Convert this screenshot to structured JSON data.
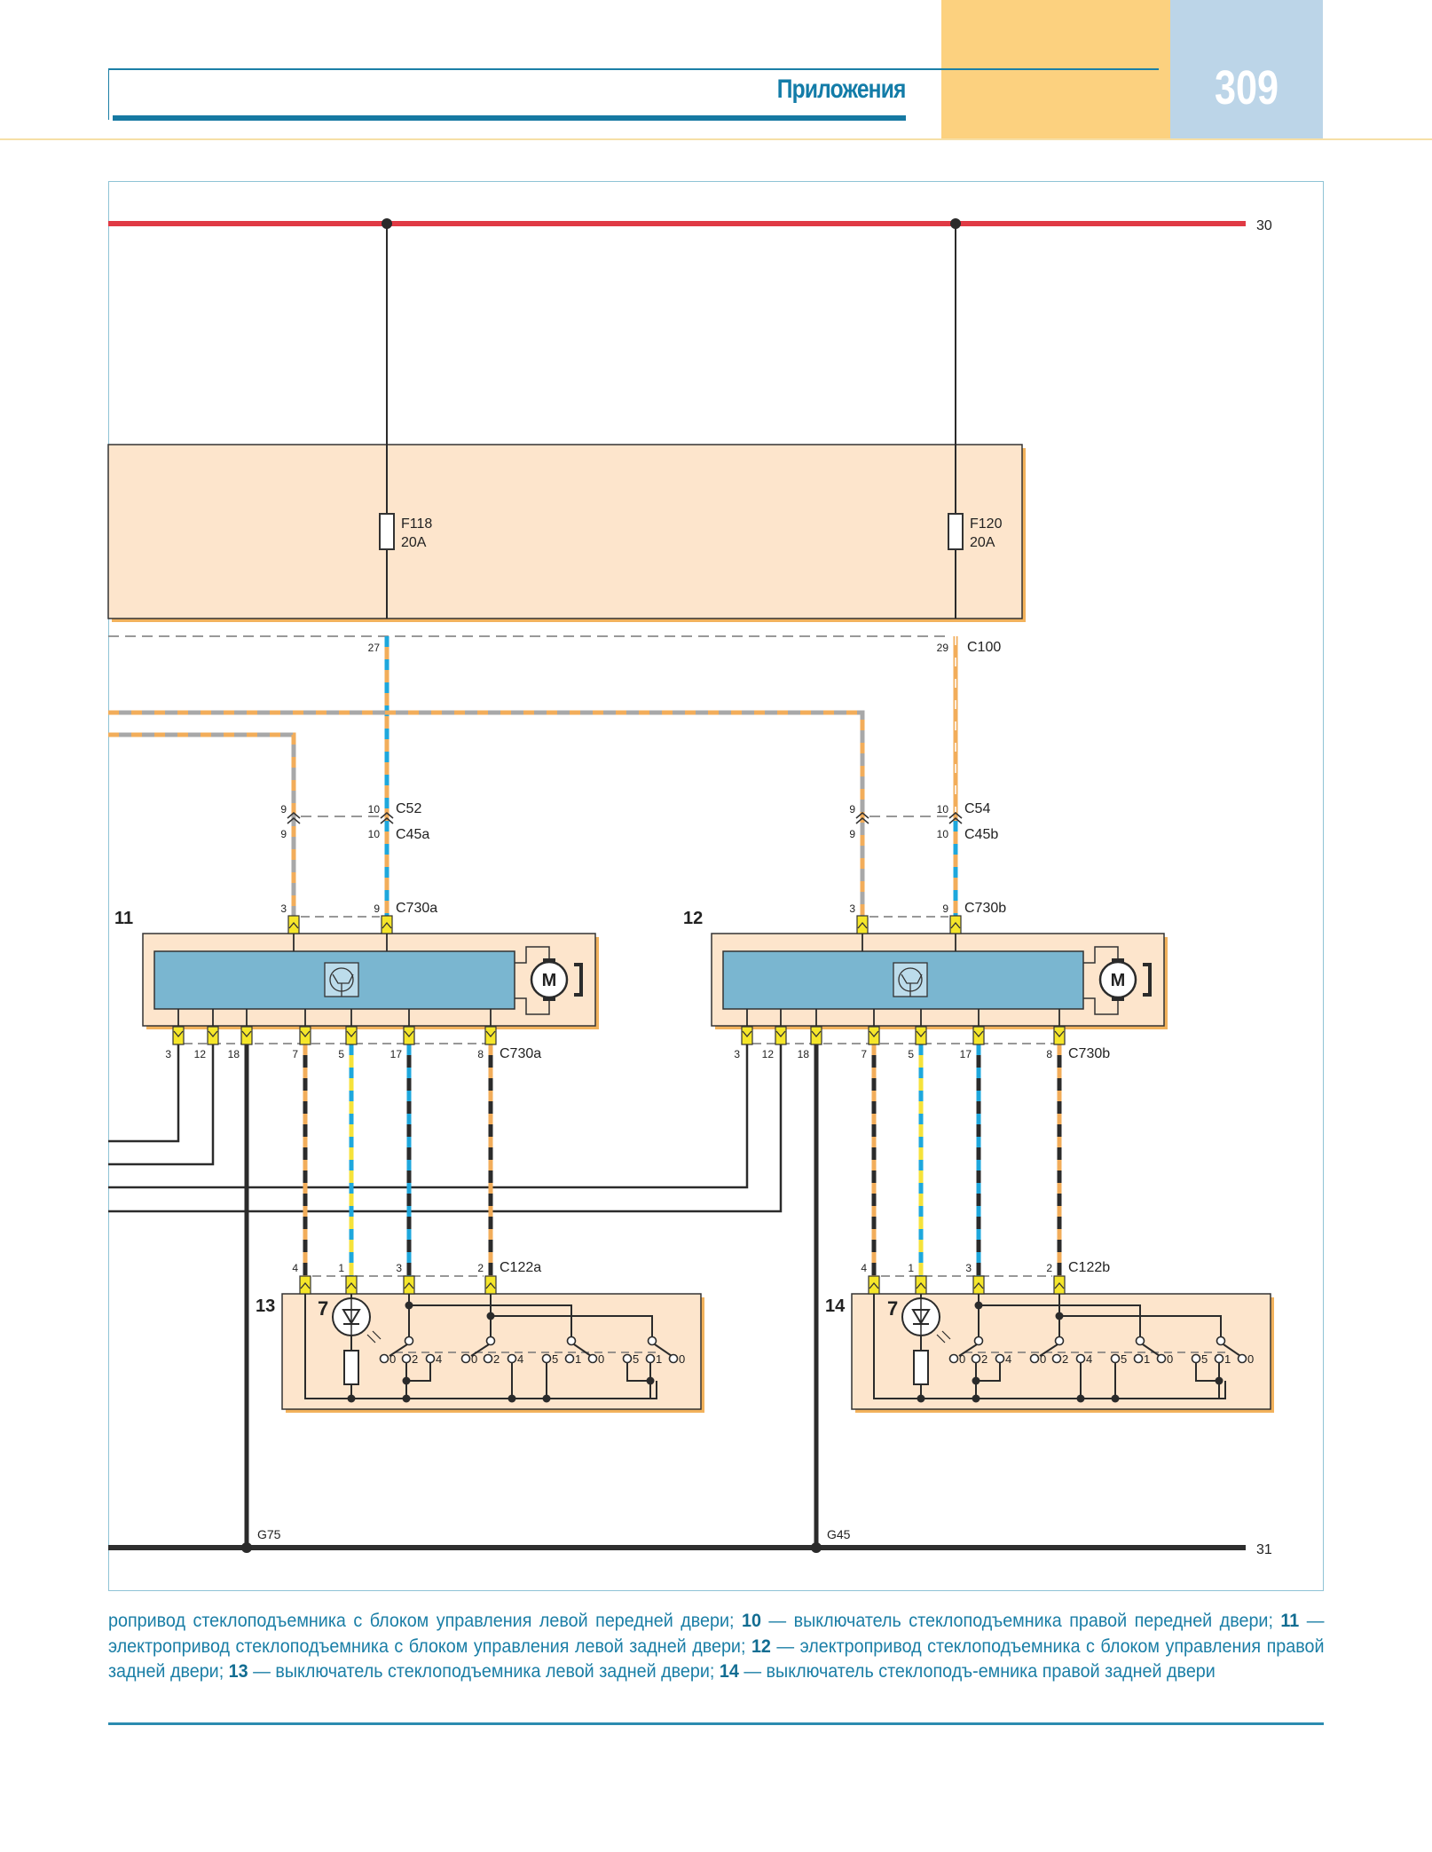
{
  "header": {
    "section_title": "Приложения",
    "page_number": "309"
  },
  "diagram": {
    "rails": {
      "power": "30",
      "ground": "31"
    },
    "fuses": [
      {
        "id": "F118",
        "rating": "20A"
      },
      {
        "id": "F120",
        "rating": "20A"
      }
    ],
    "connectors": {
      "c100": "C100",
      "c100_pins": [
        "27",
        "29"
      ],
      "c52": "C52",
      "c45a": "C45a",
      "c54": "C54",
      "c45b": "C45b",
      "c730a": "C730a",
      "c730b": "C730b",
      "c122a": "C122a",
      "c122b": "C122b",
      "upper_pins_left": [
        "9",
        "10"
      ],
      "lower_pins_left": [
        "9",
        "10"
      ],
      "upper_pins_right": [
        "9",
        "10"
      ],
      "lower_pins_right": [
        "9",
        "10"
      ],
      "module_top_pins": [
        "3",
        "9"
      ],
      "module_bottom_pins": [
        "3",
        "12",
        "18",
        "7",
        "5",
        "17",
        "8"
      ],
      "switch_pins": [
        "4",
        "1",
        "3",
        "2"
      ]
    },
    "components": {
      "module_left": "11",
      "module_right": "12",
      "switch_left": "13",
      "switch_right": "14",
      "led_label": "7",
      "motor_label": "M"
    },
    "switch_contacts": {
      "group1": [
        "0",
        "2",
        "4"
      ],
      "group2": [
        "0",
        "2",
        "4"
      ],
      "group3": [
        "5",
        "1",
        "0"
      ],
      "group4": [
        "5",
        "1",
        "0"
      ]
    },
    "grounds": [
      "G75",
      "G45"
    ],
    "colors": {
      "power_rail": "#e03a44",
      "ground_rail": "#2e2e2e",
      "fuse_box": "#fde5cc",
      "module_inner": "#7ab6d0",
      "connector": "#f5e62a",
      "wire_orange": "#f2ad5a",
      "wire_blue": "#1ea7dc",
      "wire_gray": "#a8a8a8",
      "wire_yellow": "#f5e23a",
      "wire_black": "#2b2b2b"
    }
  },
  "caption": {
    "segments": [
      {
        "text": "ропривод стеклоподъемника с блоком управления левой передней двери; ",
        "bold": false
      },
      {
        "text": "10",
        "bold": true
      },
      {
        "text": " — выключатель стеклоподъемника правой передней двери; ",
        "bold": false
      },
      {
        "text": "11",
        "bold": true
      },
      {
        "text": " — электропривод стеклоподъемника с блоком управления левой задней двери; ",
        "bold": false
      },
      {
        "text": "12",
        "bold": true
      },
      {
        "text": " — электропривод стеклоподъемника с блоком управления правой задней двери; ",
        "bold": false
      },
      {
        "text": "13",
        "bold": true
      },
      {
        "text": " — выключатель стеклоподъемника левой задней двери; ",
        "bold": false
      },
      {
        "text": "14",
        "bold": true
      },
      {
        "text": " — выключатель стеклоподъ-емника правой задней двери",
        "bold": false
      }
    ]
  }
}
